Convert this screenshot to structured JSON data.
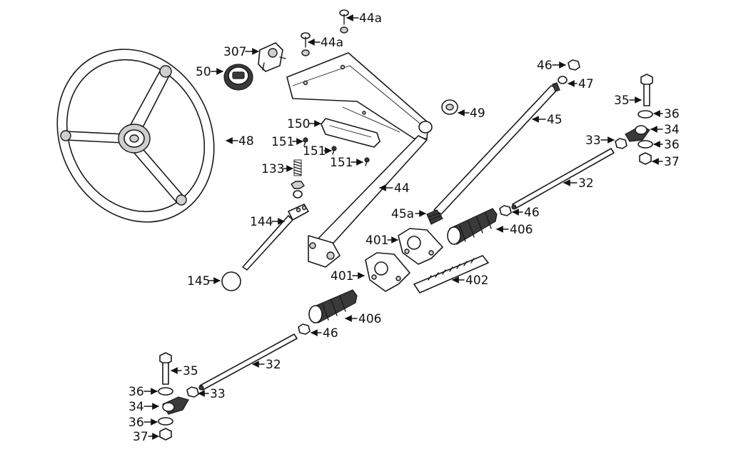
{
  "callouts": [
    {
      "id": "c-44a-top",
      "text": "44a",
      "dir": "left"
    },
    {
      "id": "c-44a",
      "text": "44a",
      "dir": "left"
    },
    {
      "id": "c-307",
      "text": "307",
      "dir": "right"
    },
    {
      "id": "c-50",
      "text": "50",
      "dir": "right"
    },
    {
      "id": "c-48",
      "text": "48",
      "dir": "left"
    },
    {
      "id": "c-150",
      "text": "150",
      "dir": "right"
    },
    {
      "id": "c-151-a",
      "text": "151",
      "dir": "right"
    },
    {
      "id": "c-151-b",
      "text": "151",
      "dir": "right"
    },
    {
      "id": "c-151-c",
      "text": "151",
      "dir": "right"
    },
    {
      "id": "c-133",
      "text": "133",
      "dir": "right"
    },
    {
      "id": "c-144",
      "text": "144",
      "dir": "right"
    },
    {
      "id": "c-145",
      "text": "145",
      "dir": "right"
    },
    {
      "id": "c-44",
      "text": "44",
      "dir": "left"
    },
    {
      "id": "c-49",
      "text": "49",
      "dir": "left"
    },
    {
      "id": "c-46-top",
      "text": "46",
      "dir": "right"
    },
    {
      "id": "c-47",
      "text": "47",
      "dir": "left"
    },
    {
      "id": "c-45",
      "text": "45",
      "dir": "left"
    },
    {
      "id": "c-45a",
      "text": "45a",
      "dir": "right"
    },
    {
      "id": "c-35-right",
      "text": "35",
      "dir": "right"
    },
    {
      "id": "c-36-right-top",
      "text": "36",
      "dir": "left"
    },
    {
      "id": "c-34-right",
      "text": "34",
      "dir": "left"
    },
    {
      "id": "c-33-right",
      "text": "33",
      "dir": "right"
    },
    {
      "id": "c-36-right-bottom",
      "text": "36",
      "dir": "left"
    },
    {
      "id": "c-37-right",
      "text": "37",
      "dir": "left"
    },
    {
      "id": "c-32-right",
      "text": "32",
      "dir": "left"
    },
    {
      "id": "c-46-right",
      "text": "46",
      "dir": "left"
    },
    {
      "id": "c-406-right",
      "text": "406",
      "dir": "left"
    },
    {
      "id": "c-401-top",
      "text": "401",
      "dir": "right"
    },
    {
      "id": "c-401-bottom",
      "text": "401",
      "dir": "right"
    },
    {
      "id": "c-402",
      "text": "402",
      "dir": "left"
    },
    {
      "id": "c-406-left",
      "text": "406",
      "dir": "left"
    },
    {
      "id": "c-46-left",
      "text": "46",
      "dir": "left"
    },
    {
      "id": "c-32-left",
      "text": "32",
      "dir": "left"
    },
    {
      "id": "c-35-left",
      "text": "35",
      "dir": "left"
    },
    {
      "id": "c-36-left-top",
      "text": "36",
      "dir": "right"
    },
    {
      "id": "c-33-left",
      "text": "33",
      "dir": "left"
    },
    {
      "id": "c-34-left",
      "text": "34",
      "dir": "right"
    },
    {
      "id": "c-36-left-bottom",
      "text": "36",
      "dir": "right"
    },
    {
      "id": "c-37-left",
      "text": "37",
      "dir": "right"
    }
  ]
}
